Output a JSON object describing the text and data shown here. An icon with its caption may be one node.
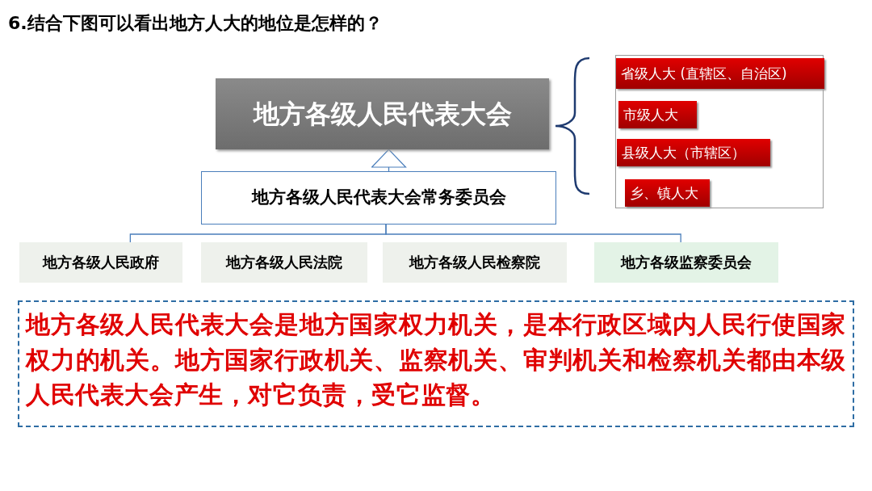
{
  "diagram": {
    "title": "6.结合下图可以看出地方人大的地位是怎样的？",
    "nodes": [
      {
        "text": [
          "地方各级人民代表大会"
        ]
      },
      {
        "text": [],
        "shape": "box"
      },
      {
        "text": [
          "省级人大 (直辖区、自治区)"
        ],
        "in": 1
      },
      {
        "text": [
          "市级人大"
        ],
        "in": 1
      },
      {
        "text": [
          "县级人大（市辖区）"
        ],
        "in": 1
      },
      {
        "text": [
          "乡、镇人大"
        ],
        "in": 1
      },
      {
        "text": [
          "地方各级人民代表大会常务委员会"
        ]
      },
      {
        "text": [
          "地方各级人民政府"
        ]
      },
      {
        "text": [
          "地方各级人民法院"
        ]
      },
      {
        "text": [
          "地方各级人民检察院"
        ]
      },
      {
        "text": [
          "地方各级监察委员会"
        ]
      },
      {
        "text": [
          "地方各级人民代表大会是地方国家权力机关，是本行政区域内人民行使国家权力的机关。地方国家行政机关、监察机关、审判机关和检察机关都由本级人民代表大会产生，对它负责，受它监督。"
        ]
      }
    ],
    "edges": [
      {
        "from": 6,
        "to": 0,
        "arrow": "to"
      },
      {
        "from": 6,
        "to": 7,
        "arrow": "none"
      },
      {
        "from": 6,
        "to": 10,
        "arrow": "none"
      }
    ]
  }
}
